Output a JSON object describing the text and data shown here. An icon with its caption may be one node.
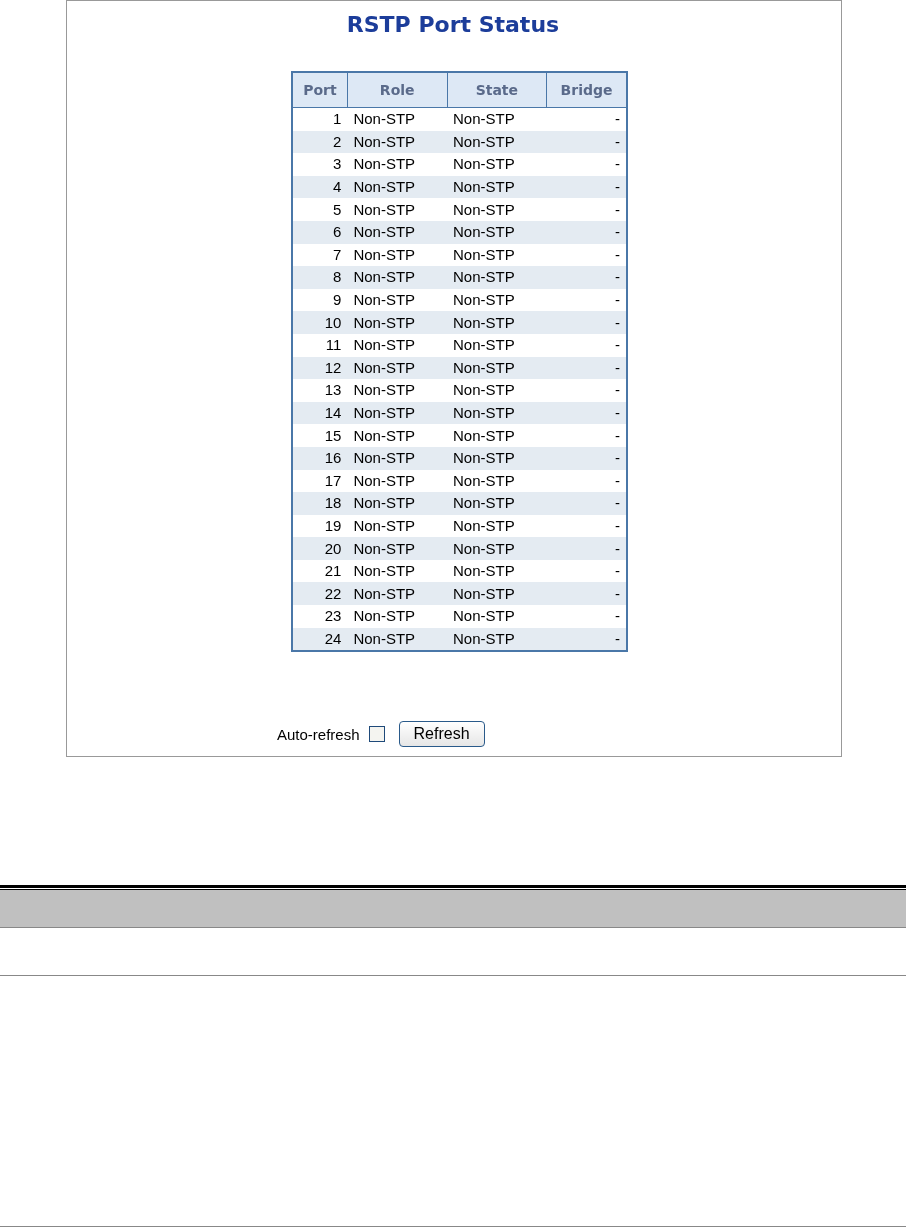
{
  "diagram": {
    "title": "RSTP Port Status",
    "labels": [
      "Port",
      "Role",
      "State",
      "Bridge",
      "1",
      "Non-STP",
      "Non-STP",
      "-",
      "2",
      "Non-STP",
      "Non-STP",
      "-",
      "3",
      "Non-STP",
      "Non-STP",
      "-",
      "4",
      "Non-STP",
      "Non-STP",
      "-",
      "5",
      "Non-STP",
      "Non-STP",
      "-",
      "6",
      "Non-STP",
      "Non-STP",
      "-",
      "7",
      "Non-STP",
      "Non-STP",
      "-",
      "8",
      "Non-STP",
      "Non-STP",
      "-",
      "9",
      "Non-STP",
      "Non-STP",
      "-",
      "10",
      "Non-STP",
      "Non-STP",
      "-",
      "11",
      "Non-STP",
      "Non-STP",
      "-",
      "12",
      "Non-STP",
      "Non-STP",
      "-",
      "13",
      "Non-STP",
      "Non-STP",
      "-",
      "14",
      "Non-STP",
      "Non-STP",
      "-",
      "15",
      "Non-STP",
      "Non-STP",
      "-",
      "16",
      "Non-STP",
      "Non-STP",
      "-",
      "17",
      "Non-STP",
      "Non-STP",
      "-",
      "18",
      "Non-STP",
      "Non-STP",
      "-",
      "19",
      "Non-STP",
      "Non-STP",
      "-",
      "20",
      "Non-STP",
      "Non-STP",
      "-",
      "21",
      "Non-STP",
      "Non-STP",
      "-",
      "22",
      "Non-STP",
      "Non-STP",
      "-",
      "23",
      "Non-STP",
      "Non-STP",
      "-",
      "24",
      "Non-STP",
      "Non-STP",
      "-",
      "Auto-refresh",
      "Refresh"
    ]
  }
}
